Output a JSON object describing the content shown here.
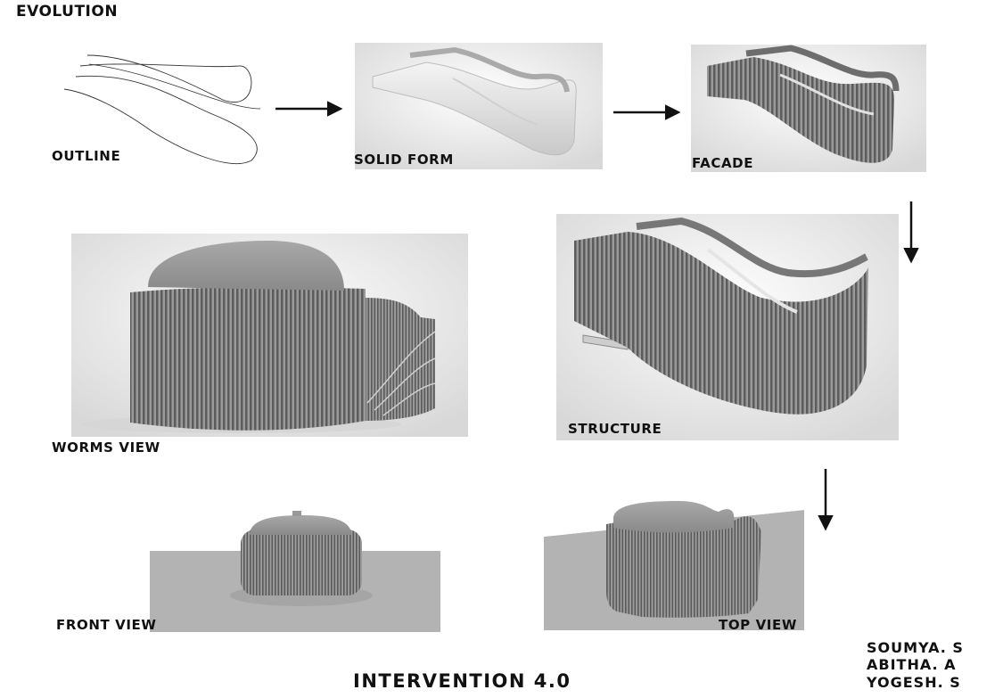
{
  "title": "EVOLUTION",
  "labels": {
    "outline": "OUTLINE",
    "solid_form": "SOLID FORM",
    "facade": "FACADE",
    "structure": "STRUCTURE",
    "worms_view": "WORMS VIEW",
    "front_view": "FRONT VIEW",
    "top_view": "TOP VIEW"
  },
  "bottom_title": "INTERVENTION 4.0",
  "authors": [
    "SOUMYA. S",
    "ABITHA. A",
    "YOGESH. S"
  ]
}
